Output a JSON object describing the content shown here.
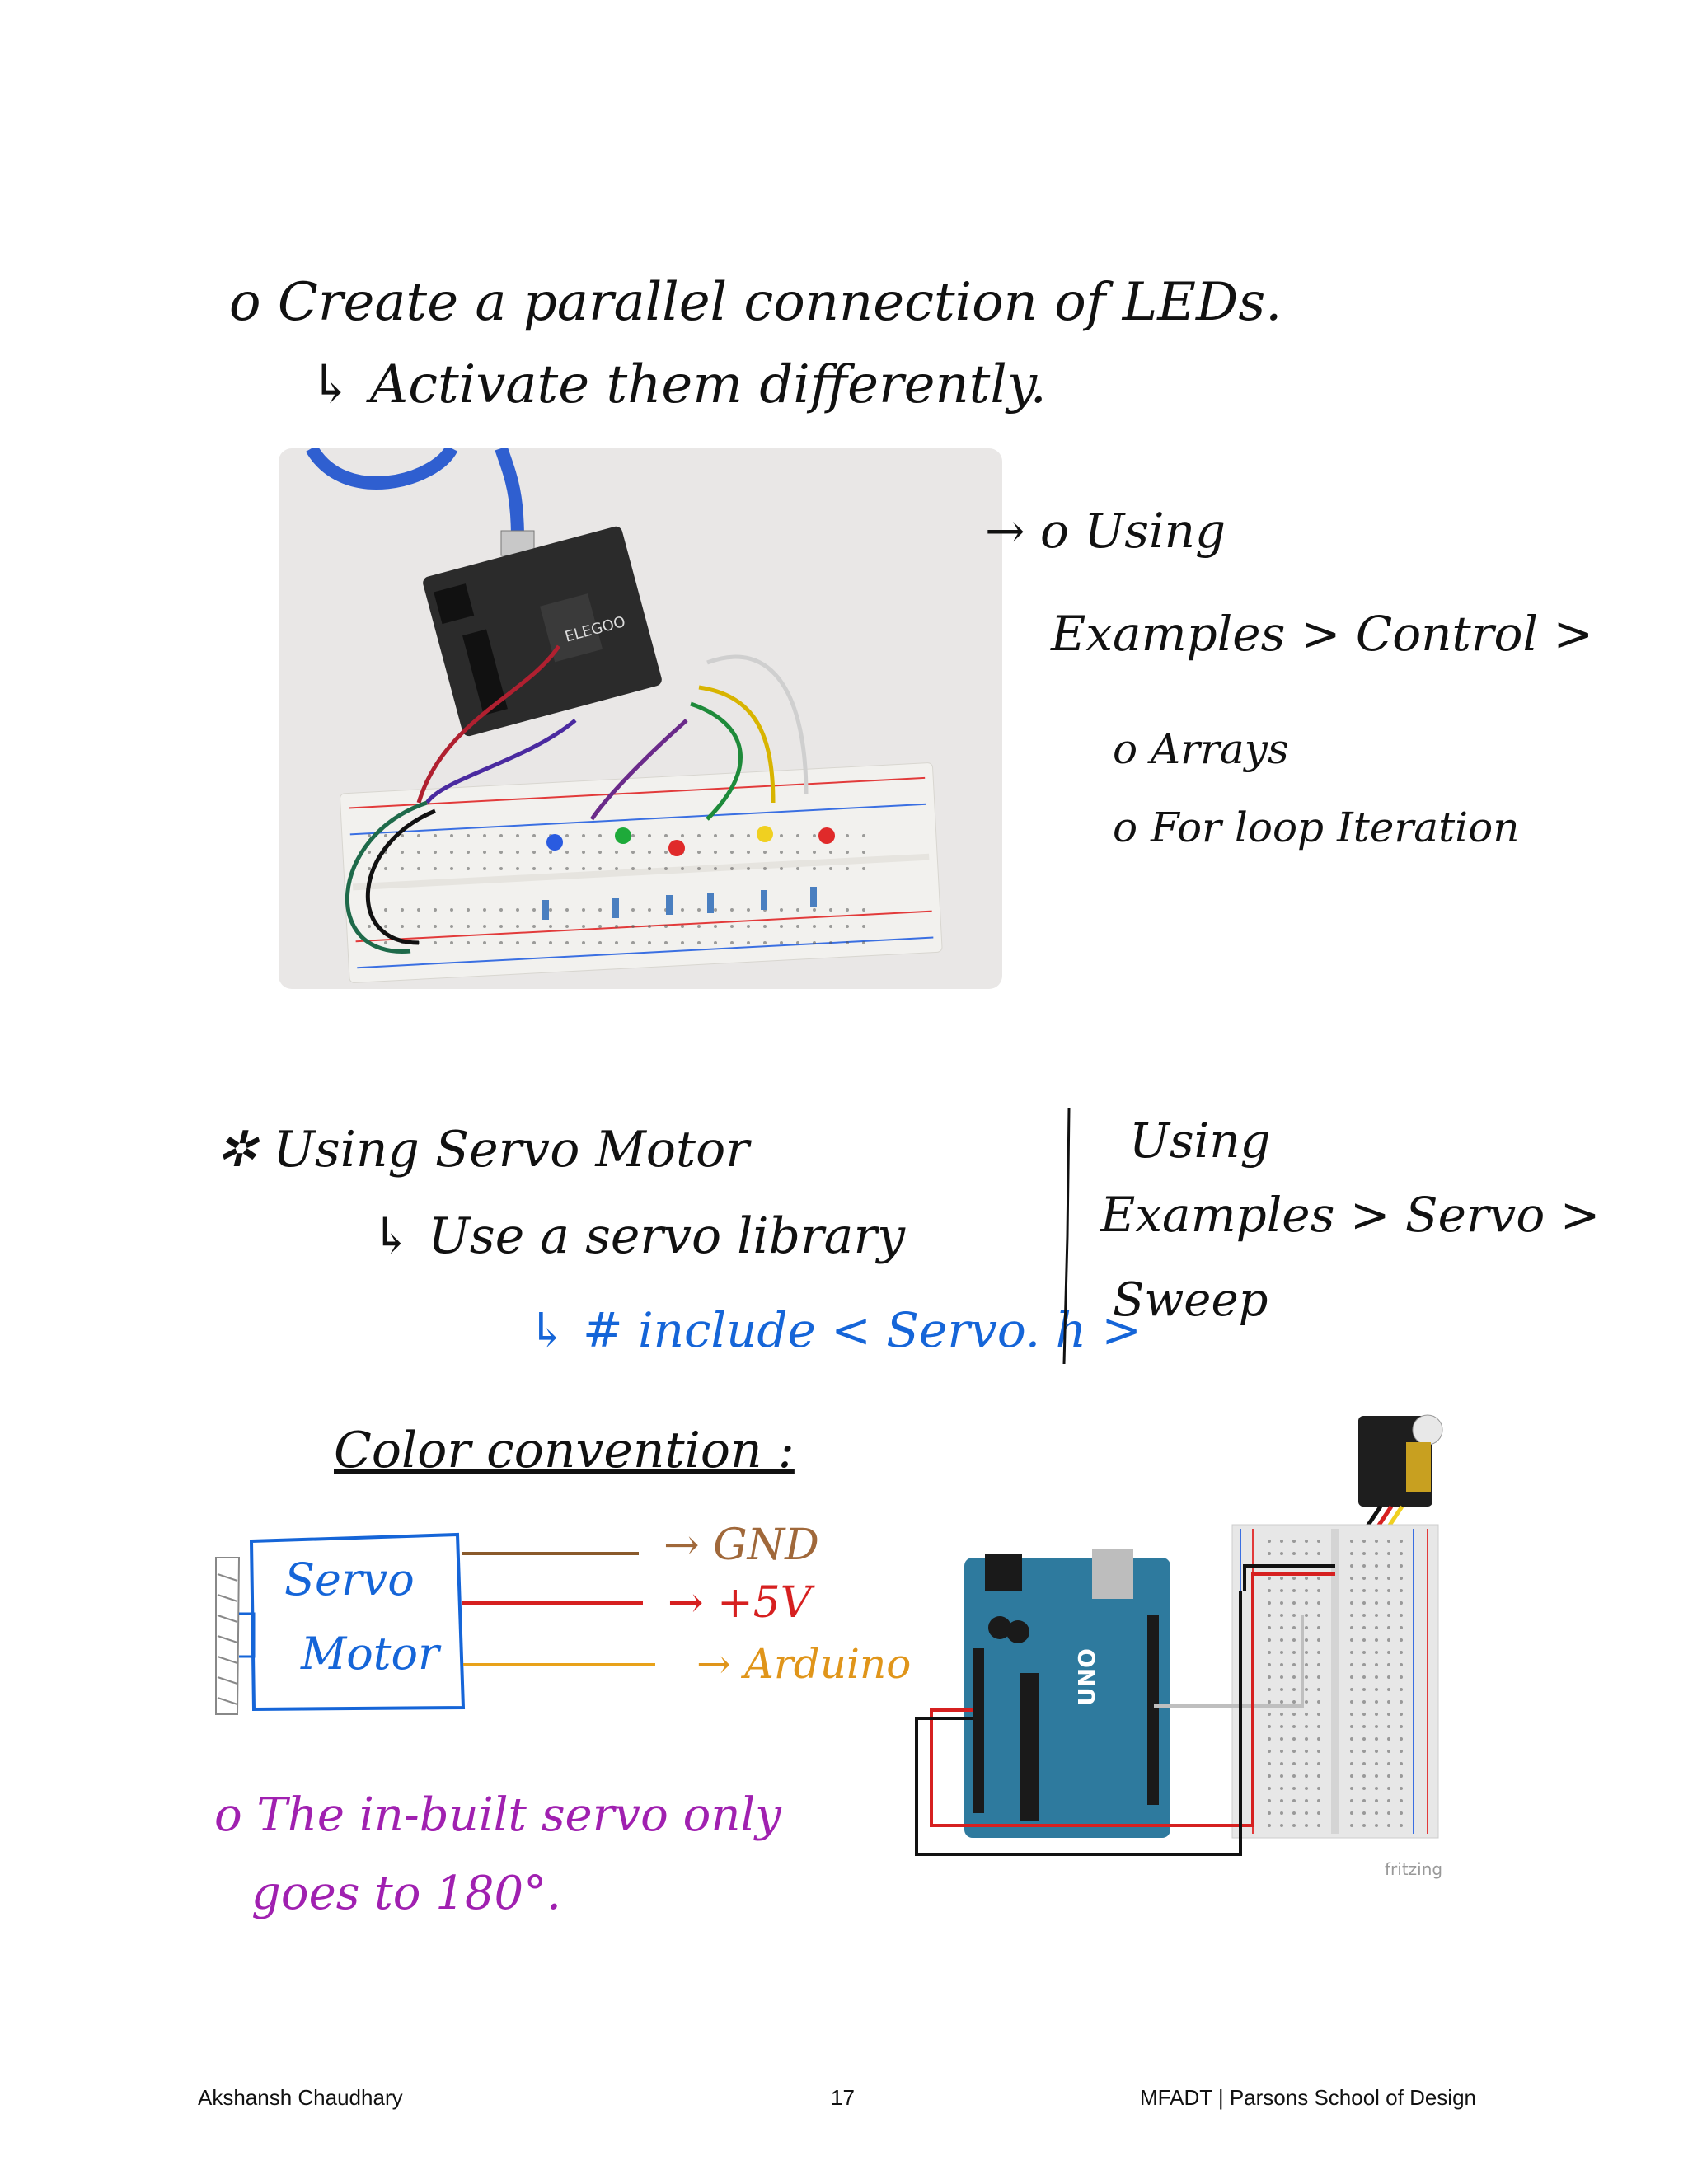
{
  "section1": {
    "heading": "o Create a parallel connection of LEDs.",
    "subheading": "↳ Activate them differently.",
    "note_using": "→ o Using",
    "note_path": "Examples > Control >",
    "note_item1": "o Arrays",
    "note_item2": "o For loop Iteration"
  },
  "section2": {
    "heading": "✲ Using Servo Motor",
    "sub1": "↳ Use a servo library",
    "sub2": "↳ # include < Servo. h >",
    "side_using": "Using",
    "side_path": "Examples > Servo >",
    "side_sweep": "Sweep"
  },
  "color_convention": {
    "title": "Color convention :",
    "box_line1": "Servo",
    "box_line2": "Motor",
    "wires": [
      {
        "label": "→ GND",
        "color": "#8a5a2b"
      },
      {
        "label": "→ +5V",
        "color": "#d62020"
      },
      {
        "label": "→ Arduino",
        "color": "#e8a21a"
      }
    ],
    "note_line1": "o The in-built servo only",
    "note_line2": "goes to 180°."
  },
  "diagram": {
    "fritzing_label": "fritzing",
    "board_brand": "UNO"
  },
  "footer": {
    "left": "Akshansh Chaudhary",
    "center": "17",
    "right": "MFADT | Parsons School of Design"
  },
  "colors": {
    "blue_ink": "#1565d8",
    "purple_ink": "#a020b0",
    "brown_ink": "#a0683a",
    "red_ink": "#d62020",
    "orange_ink": "#e0951a"
  }
}
